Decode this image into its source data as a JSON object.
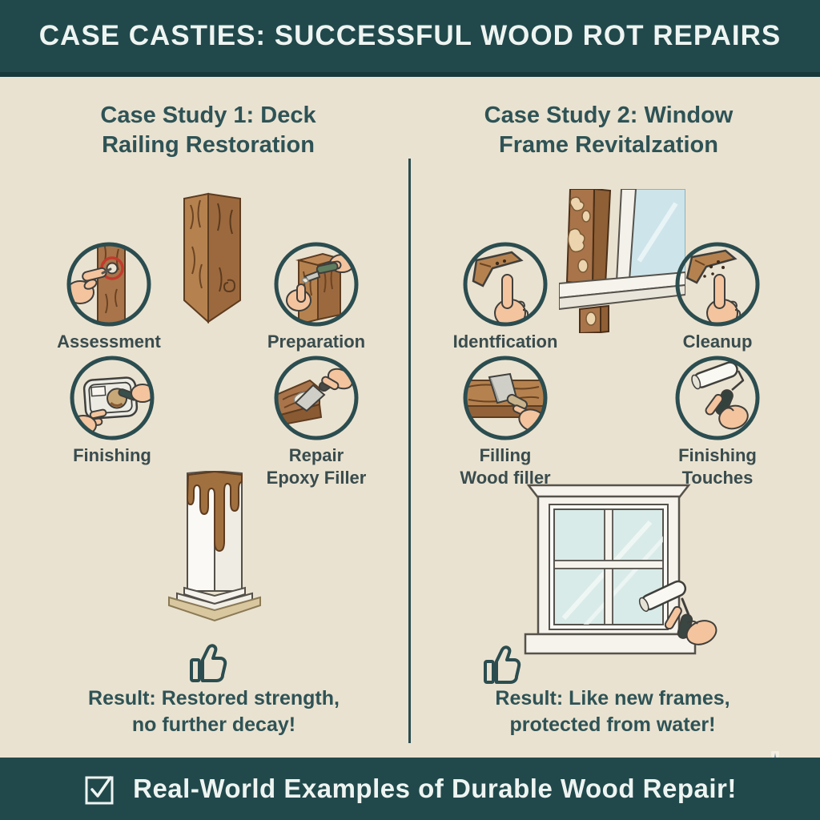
{
  "header": {
    "title": "CASE CASTIES: SUCCESSFUL WOOD ROT REPAIRS"
  },
  "case_studies": [
    {
      "title": "Case Study 1: Deck\nRailing Restoration",
      "steps": [
        {
          "label": "Assessment",
          "icon": "probe-inspection-icon"
        },
        {
          "label": "Preparation",
          "icon": "chisel-hands-icon"
        },
        {
          "label": "Finishing",
          "icon": "epoxy-mixing-tray-icon"
        },
        {
          "label": "Repair\nEpoxy Filler",
          "icon": "putty-knife-icon"
        }
      ],
      "result": "Result: Restored strength,\nno further decay!"
    },
    {
      "title": "Case Study 2: Window\nFrame Revitalzation",
      "steps": [
        {
          "label": "Identfication",
          "icon": "pointing-finger-damage-icon"
        },
        {
          "label": "Cleanup",
          "icon": "pointing-finger-debris-icon"
        },
        {
          "label": "Filling\nWood filler",
          "icon": "wood-filler-knife-icon"
        },
        {
          "label": "Finishing\nTouches",
          "icon": "paint-roller-icon"
        }
      ],
      "result": "Result: Like new frames,\nprotected from water!"
    }
  ],
  "footer": {
    "text": "Real-World Examples of Durable Wood Repair!"
  },
  "icons": {
    "thumbs_up": "thumbs-up-icon",
    "checkbox": "checked-checkbox-icon",
    "sparkle": "sparkle-icon"
  },
  "colors": {
    "banner": "#21494c",
    "background": "#eae2d0",
    "banner_text": "#eef4f1",
    "heading_text": "#2e5356",
    "accent_red": "#c23a2c",
    "wood_light": "#b5824f",
    "wood_dark": "#9c693e",
    "skin": "#f3c49e",
    "glass": "#d9ebe8",
    "sparkle": "#8fa0a7"
  }
}
